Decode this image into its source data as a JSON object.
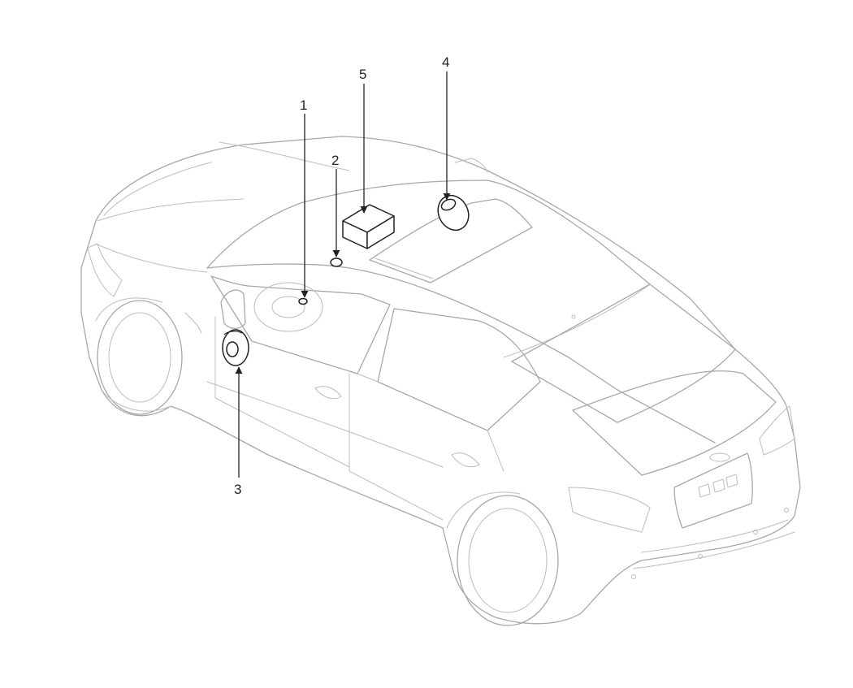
{
  "callouts": [
    {
      "id": "1",
      "label": "1"
    },
    {
      "id": "2",
      "label": "2"
    },
    {
      "id": "3",
      "label": "3"
    },
    {
      "id": "4",
      "label": "4"
    },
    {
      "id": "5",
      "label": "5"
    }
  ],
  "colors": {
    "vehicle_outline": "#a8a8a8",
    "component_outline": "#222222",
    "background": "#ffffff"
  }
}
